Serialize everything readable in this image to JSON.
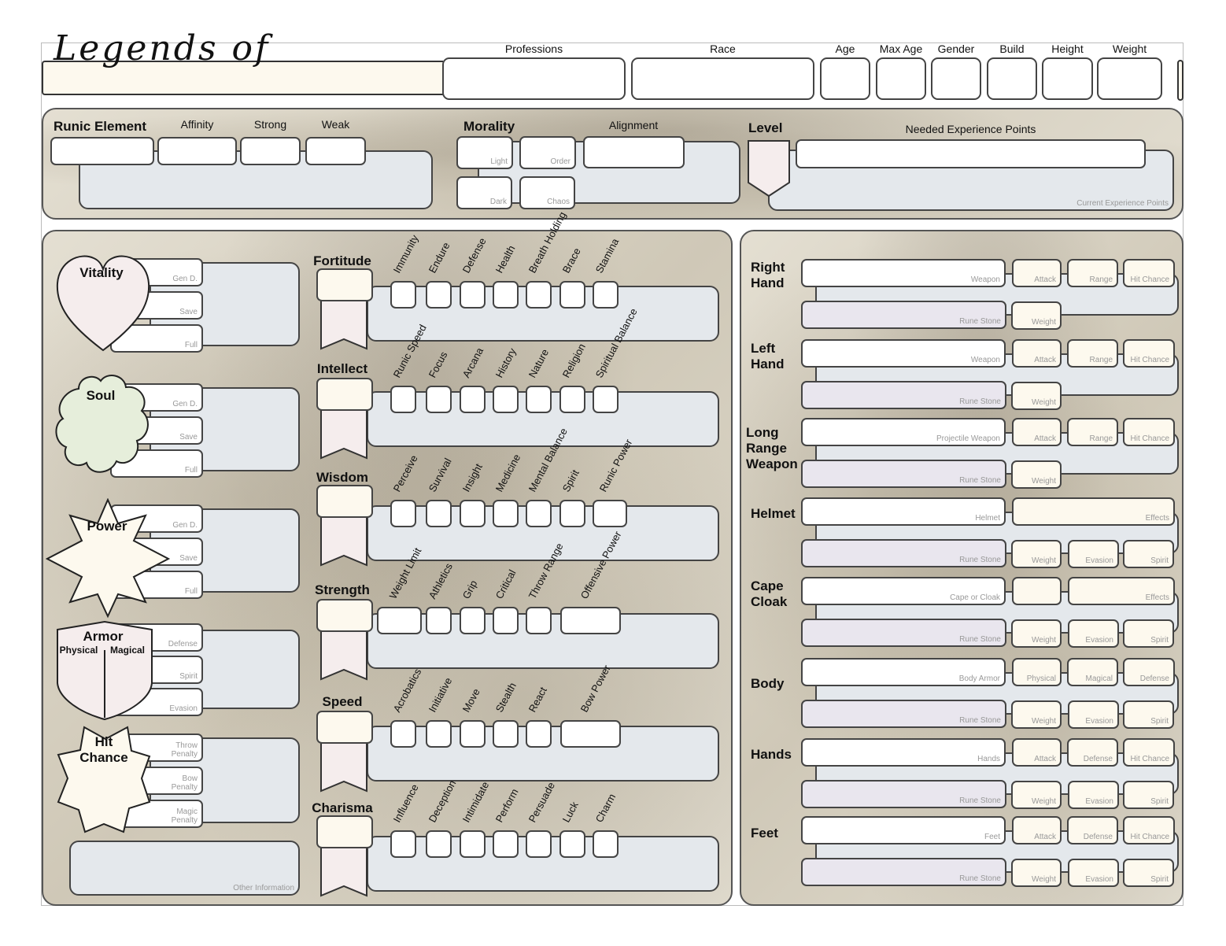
{
  "title": "Legends of",
  "header": {
    "fields": [
      "Professions",
      "Race",
      "Age",
      "Max Age",
      "Gender",
      "Build",
      "Height",
      "Weight"
    ]
  },
  "runic": {
    "title": "Runic Element",
    "fields": [
      "Affinity",
      "Strong",
      "Weak"
    ]
  },
  "morality": {
    "title": "Morality",
    "boxes": [
      "Light",
      "Order",
      "Dark",
      "Chaos"
    ],
    "alignment": "Alignment"
  },
  "level": {
    "title": "Level",
    "needed": "Needed Experience Points",
    "current": "Current Experience Points"
  },
  "stats": [
    {
      "name": "Vitality",
      "boxes": [
        "Gen D.",
        "Save",
        "Full"
      ]
    },
    {
      "name": "Soul",
      "boxes": [
        "Gen D.",
        "Save",
        "Full"
      ]
    },
    {
      "name": "Power",
      "boxes": [
        "Gen D.",
        "Save",
        "Full"
      ]
    },
    {
      "name": "Armor",
      "sub": [
        "Physical",
        "Magical"
      ],
      "boxes": [
        "Defense",
        "Spirit",
        "Evasion"
      ]
    },
    {
      "name": "Hit Chance",
      "boxes": [
        "Throw Penalty",
        "Bow Penalty",
        "Magic Penalty"
      ]
    }
  ],
  "other_info": "Other Information",
  "attributes": [
    {
      "name": "Fortitude",
      "skills": [
        "Immunity",
        "Endure",
        "Defense",
        "Health",
        "Breath Holding",
        "Brace",
        "Stamina"
      ]
    },
    {
      "name": "Intellect",
      "skills": [
        "Runic Speed",
        "Focus",
        "Arcana",
        "History",
        "Nature",
        "Religion",
        "Spiritual Balance"
      ]
    },
    {
      "name": "Wisdom",
      "skills": [
        "Perceive",
        "Survival",
        "Insight",
        "Medicine",
        "Mental Balance",
        "Spirit",
        "Runic Power"
      ]
    },
    {
      "name": "Strength",
      "skills": [
        "Weight Limit",
        "Athletics",
        "Grip",
        "Critical",
        "Throw Range",
        "Offensive Power"
      ]
    },
    {
      "name": "Speed",
      "skills": [
        "Acrobatics",
        "Initiative",
        "Move",
        "Stealth",
        "React",
        "Bow Power"
      ]
    },
    {
      "name": "Charisma",
      "skills": [
        "Influence",
        "Deception",
        "Intimidate",
        "Perform",
        "Persuade",
        "Luck",
        "Charm"
      ]
    }
  ],
  "equipment": [
    {
      "name": "Right Hand",
      "top": [
        "Weapon",
        "Attack",
        "Range",
        "Hit Chance"
      ],
      "bottom": [
        "Rune Stone",
        "Weight"
      ]
    },
    {
      "name": "Left Hand",
      "top": [
        "Weapon",
        "Attack",
        "Range",
        "Hit Chance"
      ],
      "bottom": [
        "Rune Stone",
        "Weight"
      ]
    },
    {
      "name": "Long Range Weapon",
      "top": [
        "Projectile Weapon",
        "Attack",
        "Range",
        "Hit Chance"
      ],
      "bottom": [
        "Rune Stone",
        "Weight"
      ]
    },
    {
      "name": "Helmet",
      "top": [
        "Helmet",
        "Effects"
      ],
      "bottom": [
        "Rune Stone",
        "Weight",
        "Evasion",
        "Spirit"
      ]
    },
    {
      "name": "Cape Cloak",
      "top": [
        "Cape or Cloak",
        "",
        "Effects"
      ],
      "bottom": [
        "Rune Stone",
        "Weight",
        "Evasion",
        "Spirit"
      ]
    },
    {
      "name": "Body",
      "top": [
        "Body Armor",
        "Physical",
        "Magical",
        "Defense"
      ],
      "bottom": [
        "Rune Stone",
        "Weight",
        "Evasion",
        "Spirit"
      ]
    },
    {
      "name": "Hands",
      "top": [
        "Hands",
        "Attack",
        "Defense",
        "Hit Chance"
      ],
      "bottom": [
        "Rune Stone",
        "Weight",
        "Evasion",
        "Spirit"
      ]
    },
    {
      "name": "Feet",
      "top": [
        "Feet",
        "Attack",
        "Defense",
        "Hit Chance"
      ],
      "bottom": [
        "Rune Stone",
        "Weight",
        "Evasion",
        "Spirit"
      ]
    }
  ],
  "colors": {
    "cream": "#fdf9ee",
    "gray_panel": "#e4e8ec",
    "lavender": "#e9e6ee",
    "pink": "#f5eded",
    "soul_green": "#e6eedb"
  }
}
